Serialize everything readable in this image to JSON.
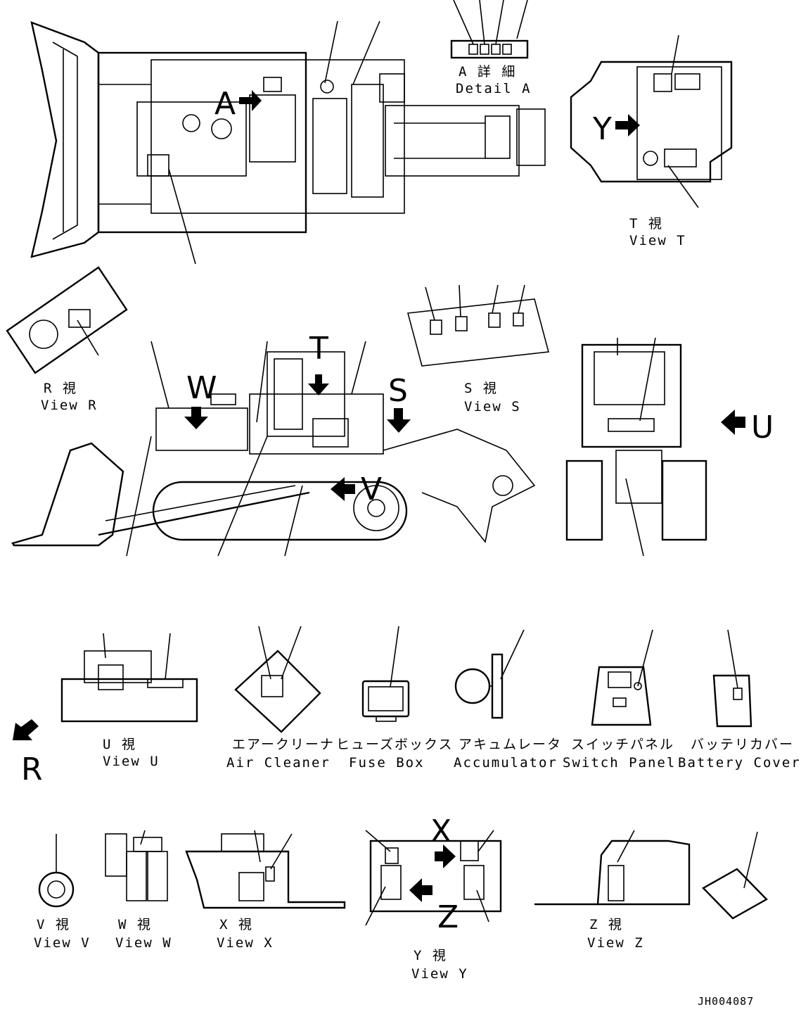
{
  "views": {
    "detail_a": {
      "ja": "A 詳 細",
      "en": "Detail A"
    },
    "view_t": {
      "ja": "T 視",
      "en": "View T"
    },
    "view_r": {
      "ja": "R 視",
      "en": "View R"
    },
    "view_s": {
      "ja": "S 視",
      "en": "View S"
    },
    "view_u": {
      "ja": "U 視",
      "en": "View U"
    },
    "view_v": {
      "ja": "V 視",
      "en": "View V"
    },
    "view_w": {
      "ja": "W 視",
      "en": "View W"
    },
    "view_x": {
      "ja": "X 視",
      "en": "View X"
    },
    "view_y": {
      "ja": "Y 視",
      "en": "View Y"
    },
    "view_z": {
      "ja": "Z 視",
      "en": "View Z"
    }
  },
  "components": {
    "air_cleaner": {
      "ja": "エアークリーナ",
      "en": "Air Cleaner"
    },
    "fuse_box": {
      "ja": "ヒューズボックス",
      "en": "Fuse Box"
    },
    "accumulator": {
      "ja": "アキュムレータ",
      "en": "Accumulator"
    },
    "switch_panel": {
      "ja": "スイッチパネル",
      "en": "Switch Panel"
    },
    "battery_cover": {
      "ja": "バッテリカバー",
      "en": "Battery Cover"
    }
  },
  "arrow_letters": {
    "a": "A",
    "y": "Y",
    "w": "W",
    "t": "T",
    "s": "S",
    "v": "V",
    "u": "U",
    "r": "R",
    "x": "X",
    "z": "Z"
  },
  "drawing_number": "JH004087"
}
